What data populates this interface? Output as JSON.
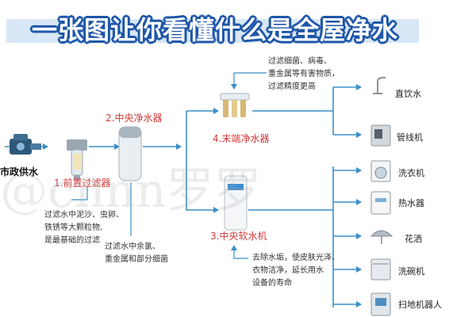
{
  "header": {
    "title": "一张图让你看懂什么是全屋净水"
  },
  "source": {
    "label": "市政供水"
  },
  "nodes": {
    "pre_filter": {
      "label": "1.前置过滤器"
    },
    "central_purifier": {
      "label": "2.中央净水器"
    },
    "softener": {
      "label": "3.中央软水机"
    },
    "terminal_purifier": {
      "label": "4.末端净水器"
    }
  },
  "notes": {
    "pre_filter": [
      "过滤水中泥沙、虫卵、",
      "铁锈等大颗粒物,",
      "是最基础的过滤"
    ],
    "central_purifier": [
      "过滤水中余氯、",
      "重金属和部分细菌"
    ],
    "softener": [
      "去除水垢，使皮肤光泽、",
      "衣物洁净，延长用水",
      "设备的寿命"
    ],
    "terminal_purifier": [
      "过滤细菌、病毒、",
      "重金属等有害物质，",
      "过滤精度更高"
    ]
  },
  "outputs": {
    "terminal": [
      "直饮水",
      "管线机"
    ],
    "softener": [
      "洗衣机",
      "热水器",
      "花洒",
      "洗碗机",
      "扫地机器人"
    ]
  },
  "watermark": "@cnnn罗罗",
  "colors": {
    "arrow": "#3a90c8",
    "accent_red": "#d33a3a",
    "title_outline": "#1e56a8",
    "banner": "#d8e7f5"
  }
}
